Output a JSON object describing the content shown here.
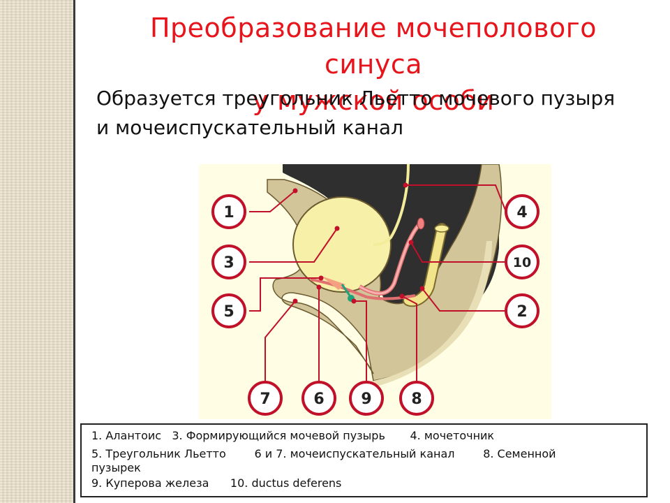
{
  "slide": {
    "title": "Преобразование мочеполового синуса",
    "title_obscured_line": "у мужской особи",
    "subtitle": "Образуется треугольник Льетто мочевого пузыря и мочеиспускательный канал"
  },
  "diagram": {
    "markers": [
      "1",
      "2",
      "3",
      "4",
      "5",
      "6",
      "7",
      "8",
      "9",
      "10"
    ]
  },
  "legend": {
    "row1": [
      "1. Алантоис",
      "3. Формирующийся мочевой пузырь",
      "4. мочеточник"
    ],
    "row2": [
      "5. Треугольник Льетто",
      "6 и 7. мочеиспускательный канал",
      "8. Семенной"
    ],
    "row3": "пузырек",
    "row4": [
      "9.  Куперова железа",
      "10. ductus deferens"
    ]
  },
  "colors": {
    "title": "#e8141b",
    "marker_border": "#c0102a",
    "leader": "#c0102a",
    "bladder": "#f7f0a8",
    "tissue": "#d2c59a",
    "dark": "#333333",
    "duct": "#f08080",
    "gland": "#1fa37a"
  }
}
